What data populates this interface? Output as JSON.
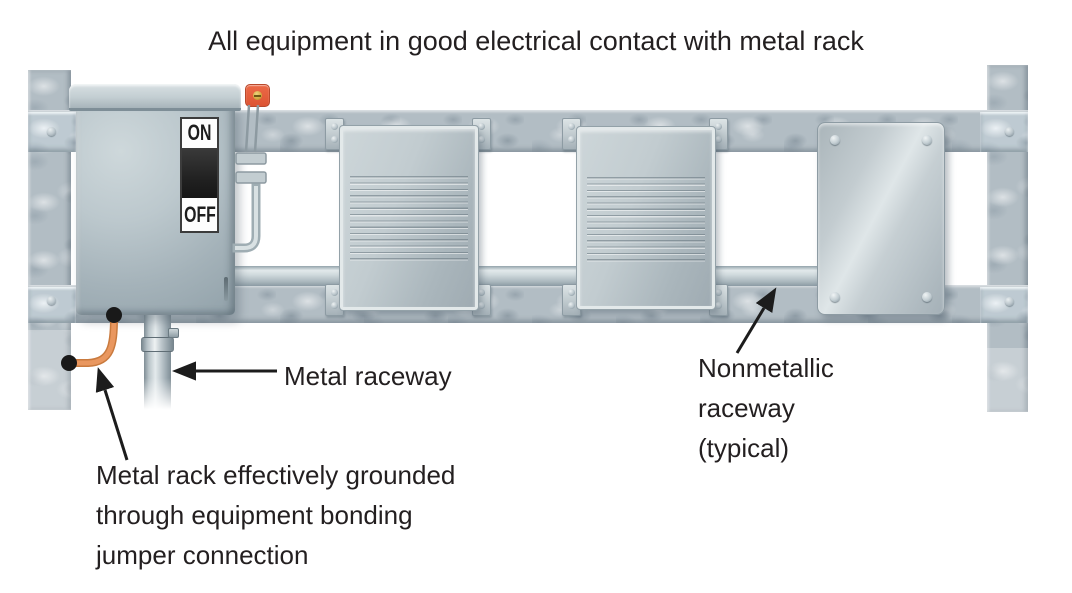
{
  "title": "All equipment in good electrical contact with metal rack",
  "switch_box": {
    "on_label": "ON",
    "off_label": "OFF"
  },
  "labels": {
    "metal_raceway": "Metal raceway",
    "nonmetallic_raceway": "Nonmetallic\nraceway\n(typical)",
    "bonding_jumper": "Metal rack effectively grounded\nthrough equipment bonding\njumper connection"
  },
  "colors": {
    "text": "#231f20",
    "metal_base": "#b2bdc4",
    "handle_orange": "#ec6a47",
    "wire_orange": "#e9975f",
    "arrow_black": "#1c1c1c"
  }
}
